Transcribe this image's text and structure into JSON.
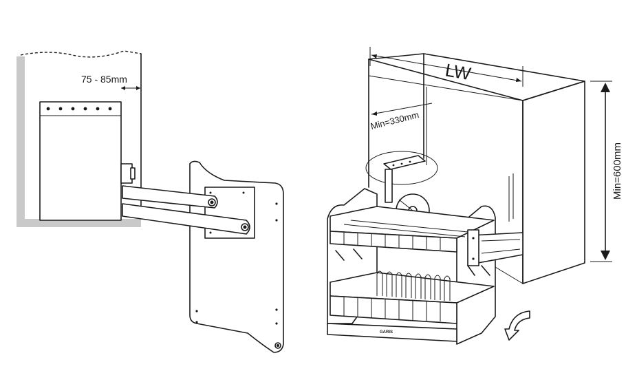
{
  "labels": {
    "depth_range": "75 - 85mm",
    "width": "LW",
    "min_depth": "Min=330mm",
    "min_height": "Min=600mm",
    "brand": "GARIS"
  }
}
